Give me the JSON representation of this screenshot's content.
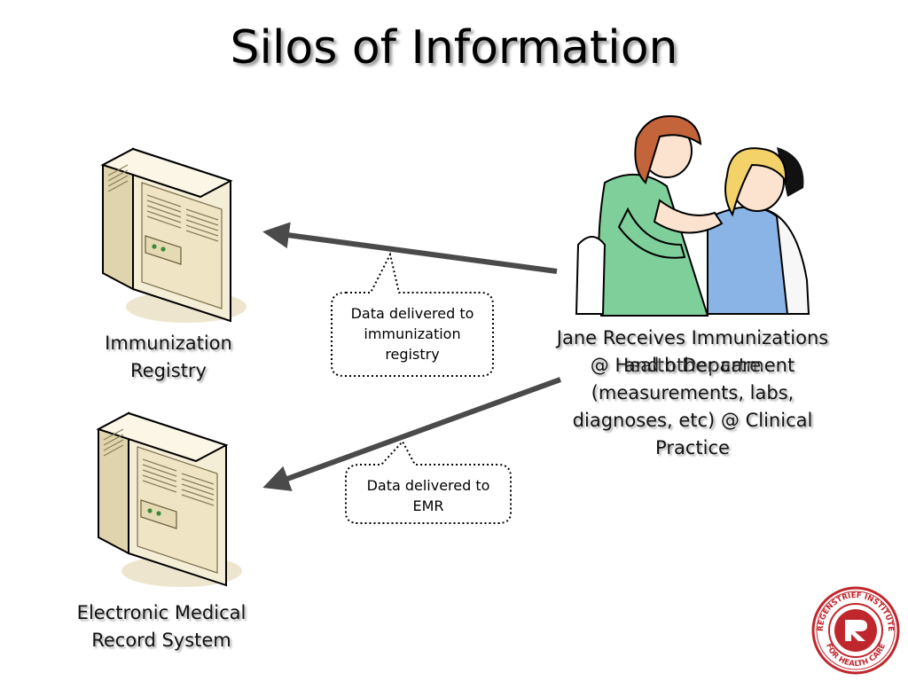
{
  "slide": {
    "title": "Silos of Information"
  },
  "nodes": {
    "immunization_registry": {
      "label_line1": "Immunization",
      "label_line2": "Registry"
    },
    "emr_system": {
      "label_line1": "Electronic Medical",
      "label_line2": "Record System"
    },
    "patient": {
      "label_line1": "Jane Receives Immunizations",
      "label_line2a": "@ Health Department",
      "label_line2b": "and other care",
      "label_line3": "(measurements, labs,",
      "label_line4": "diagnoses, etc) @ Clinical",
      "label_line5": "Practice"
    }
  },
  "callouts": {
    "registry_delivery": {
      "line1": "Data delivered to",
      "line2": "immunization",
      "line3": "registry"
    },
    "emr_delivery": {
      "line1": "Data delivered to",
      "line2": "EMR"
    }
  },
  "colors": {
    "arrow": "#4a4a4a",
    "server_body": "#f3ecd2",
    "server_shade": "#ddd2ae",
    "logo_red": "#c0272d"
  },
  "icons": {
    "server": "server-icon",
    "patient": "nurse-patient-clipart",
    "logo": "regenstrief-logo"
  }
}
